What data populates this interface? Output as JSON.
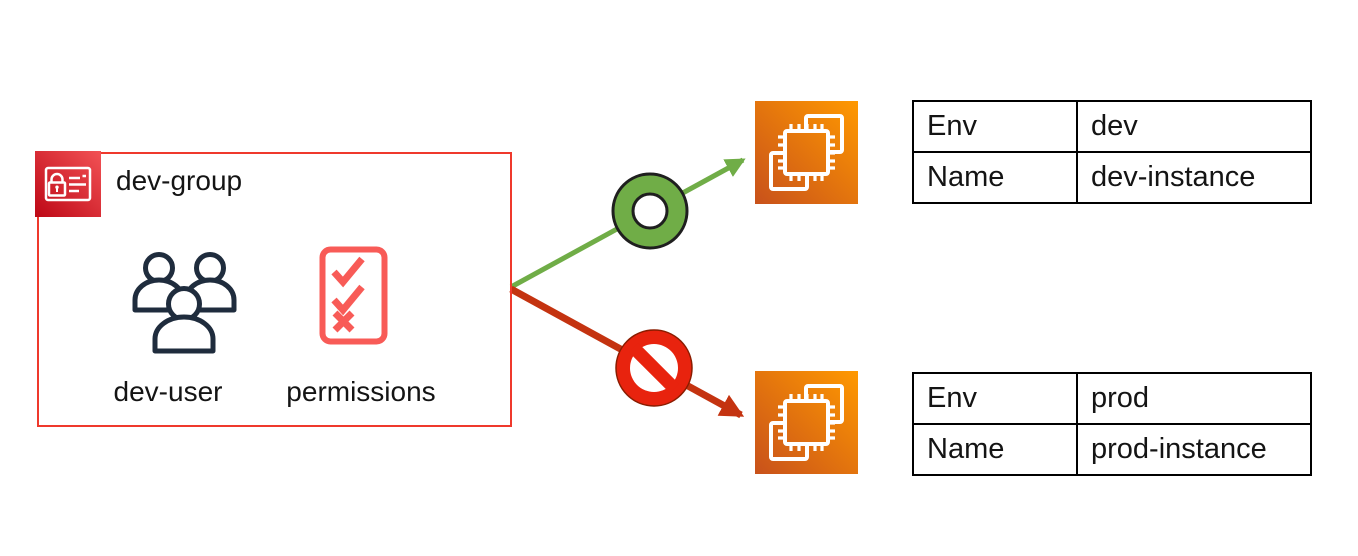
{
  "group_box": {
    "title": "dev-group",
    "user_label": "dev-user",
    "permissions_label": "permissions"
  },
  "icons": {
    "group_icon": "iam-group-icon",
    "user_icon": "multiple-users-icon",
    "permissions_icon": "checklist-icon",
    "allow_icon": "allow-ring-icon",
    "deny_icon": "no-entry-icon",
    "dev_instance_icon": "ec2-instance-icon",
    "prod_instance_icon": "ec2-instance-icon"
  },
  "tables": {
    "dev": {
      "rows": [
        {
          "key": "Env",
          "value": "dev"
        },
        {
          "key": "Name",
          "value": "dev-instance"
        }
      ]
    },
    "prod": {
      "rows": [
        {
          "key": "Env",
          "value": "prod"
        },
        {
          "key": "Name",
          "value": "prod-instance"
        }
      ]
    }
  },
  "colors": {
    "group_border": "#EF392C",
    "iam_red_dark": "#BD0816",
    "iam_red_light": "#FF5252",
    "users_navy": "#1F2C3D",
    "checklist_red": "#F85B57",
    "allow_green": "#70AD47",
    "deny_arrow_red": "#C43310",
    "deny_red": "#E8230E",
    "deny_outline": "#8A1C00",
    "ec2_orange_dark": "#C8511B",
    "ec2_orange_light": "#FF9900",
    "table_border": "#000000",
    "text": "#141414"
  }
}
